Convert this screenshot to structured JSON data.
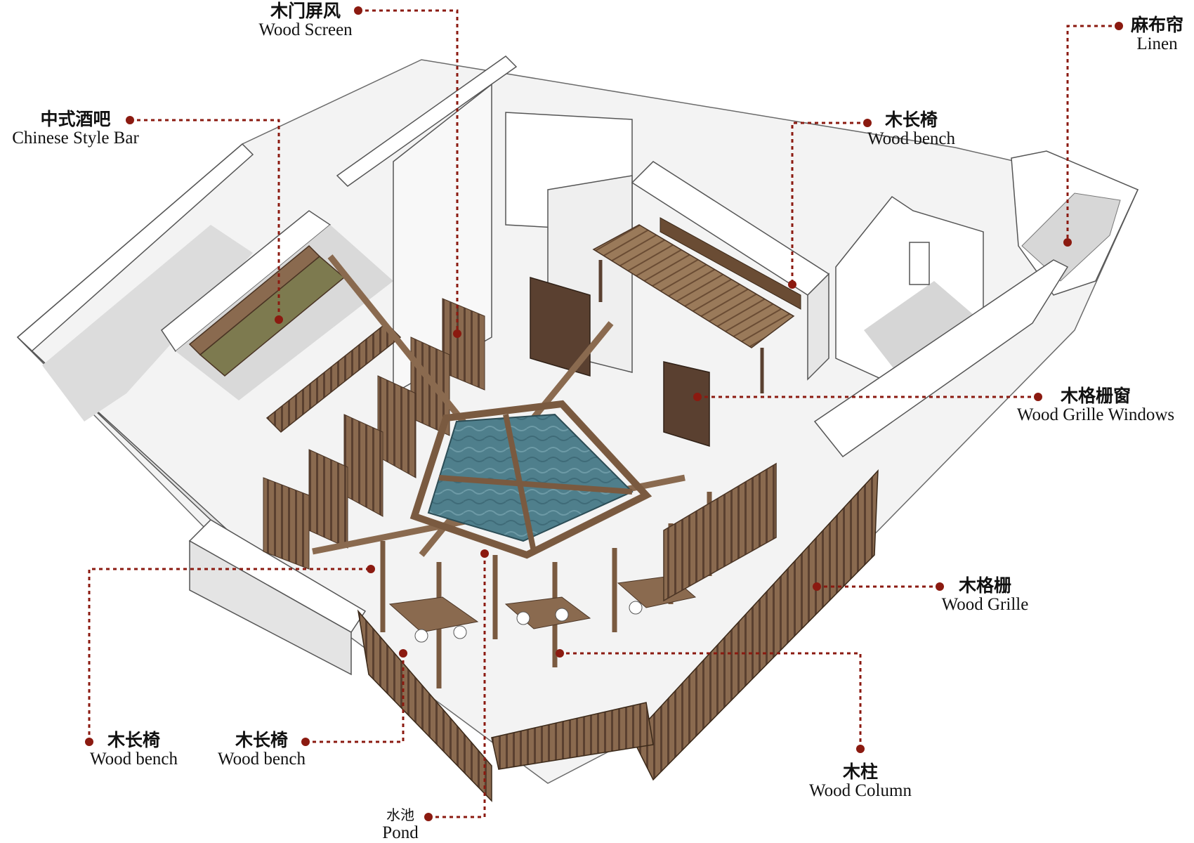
{
  "callouts": [
    {
      "id": "wood-screen",
      "zh": "木门屏风",
      "en": "Wood Screen"
    },
    {
      "id": "linen",
      "zh": "麻布帘",
      "en": "Linen"
    },
    {
      "id": "chinese-style-bar",
      "zh": "中式酒吧",
      "en": "Chinese Style Bar"
    },
    {
      "id": "wood-bench-top",
      "zh": "木长椅",
      "en": "Wood bench"
    },
    {
      "id": "wood-grille-windows",
      "zh": "木格栅窗",
      "en": "Wood Grille Windows"
    },
    {
      "id": "wood-grille",
      "zh": "木格栅",
      "en": "Wood Grille"
    },
    {
      "id": "wood-bench-left",
      "zh": "木长椅",
      "en": "Wood bench"
    },
    {
      "id": "wood-bench-mid",
      "zh": "木长椅",
      "en": "Wood bench"
    },
    {
      "id": "wood-column",
      "zh": "木柱",
      "en": "Wood Column"
    },
    {
      "id": "pond",
      "zh": "水池",
      "en": "Pond"
    }
  ],
  "colors": {
    "leader": "#8B1A10",
    "wall": "#ffffff",
    "wall_edge": "#555555",
    "wall_side": "#d6d6d6",
    "floor": "#f2f2f2",
    "shadow": "#c8c8c8",
    "wood": "#8a6a4f",
    "wood_dark": "#5a4030",
    "water": "#4f7f8c"
  }
}
